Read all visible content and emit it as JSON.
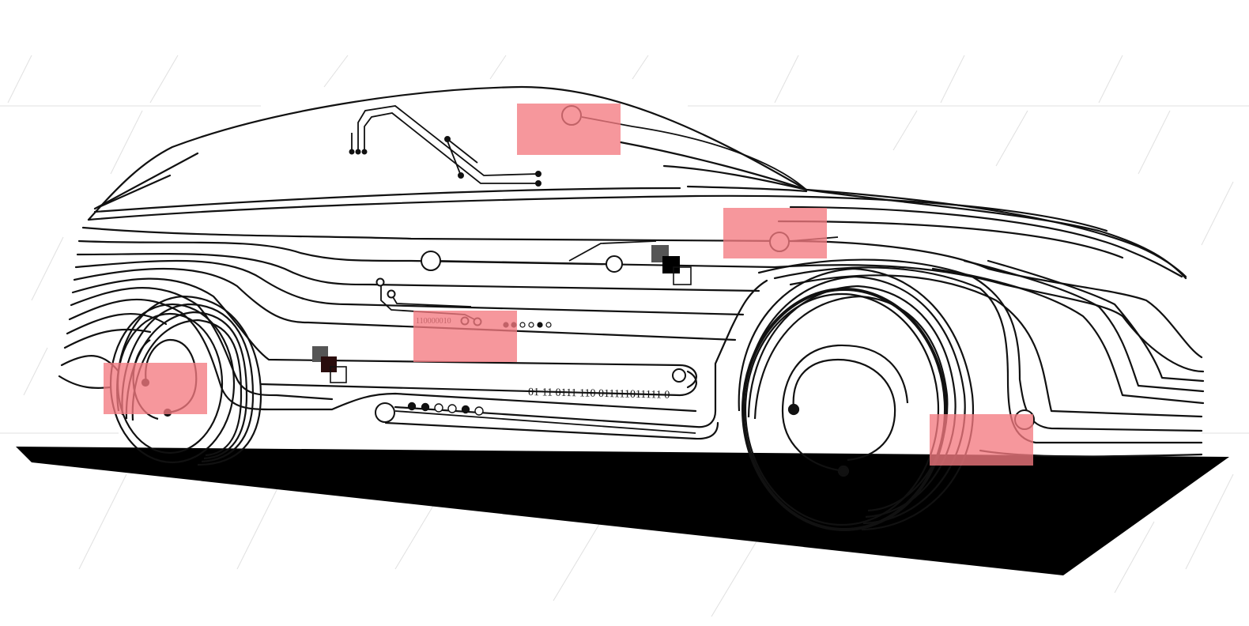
{
  "illustration": {
    "binary_small": "110000010",
    "binary_large": "01 11 0111 110 011111011111 0"
  },
  "colors": {
    "line": "#111111",
    "highlight": "#f47a80",
    "background": "#ffffff",
    "backdrop_lines": "#d8d8d8",
    "chip_dark": "#000000",
    "chip_grey": "#555555",
    "chip_brown": "#2a0d0d"
  },
  "highlights": [
    "highlight-roof",
    "highlight-hood",
    "highlight-side-panel",
    "highlight-front-wheel",
    "highlight-rear-bumper"
  ]
}
